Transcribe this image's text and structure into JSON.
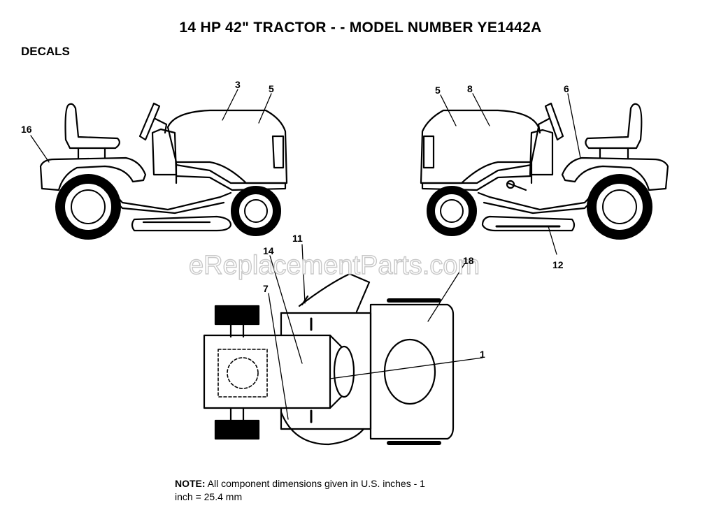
{
  "header": {
    "title": "14 HP 42\"  TRACTOR - - MODEL NUMBER YE1442A",
    "subtitle": "DECALS"
  },
  "watermark": "eReplacementParts.com",
  "callouts": {
    "c3": "3",
    "c5_left": "5",
    "c16": "16",
    "c5_right": "5",
    "c8": "8",
    "c6": "6",
    "c12": "12",
    "c14": "14",
    "c11": "11",
    "c7": "7",
    "c18": "18",
    "c1": "1"
  },
  "note": {
    "label": "NOTE:",
    "line1": " All component dimensions given in U.S. inches - 1",
    "line2": "inch = 25.4 mm"
  }
}
